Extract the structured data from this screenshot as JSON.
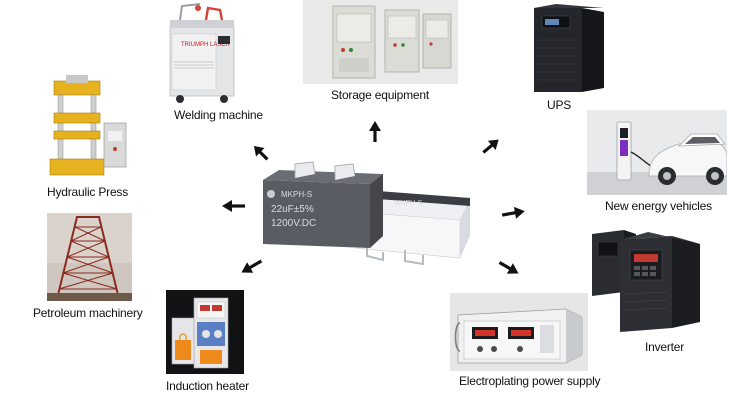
{
  "center_product": {
    "capacitor_front_text": [
      "MKPH-S",
      "22uF±5%",
      "1200V.DC"
    ],
    "capacitor_back_text": "MKPH-S"
  },
  "applications": [
    {
      "id": "welding",
      "label": "Welding machine",
      "machine_text": "TRIUMPH LASER"
    },
    {
      "id": "storage",
      "label": "Storage equipment"
    },
    {
      "id": "ups",
      "label": "UPS"
    },
    {
      "id": "hydraulic",
      "label": "Hydraulic Press"
    },
    {
      "id": "nev",
      "label": "New energy vehicles"
    },
    {
      "id": "petroleum",
      "label": "Petroleum machinery"
    },
    {
      "id": "inverter",
      "label": "Inverter"
    },
    {
      "id": "induction",
      "label": "Induction heater"
    },
    {
      "id": "electroplating",
      "label": "Electroplating power supply"
    }
  ],
  "colors": {
    "arrow": "#111111",
    "label": "#111111",
    "capacitor_body": "#5a5c63",
    "capacitor_print": "#d8dbe2",
    "cabinet_grey": "#d9d9d4",
    "ups_body": "#202226",
    "induction_orange": "#ee8a1c",
    "derrick_red": "#8b2a1e"
  }
}
